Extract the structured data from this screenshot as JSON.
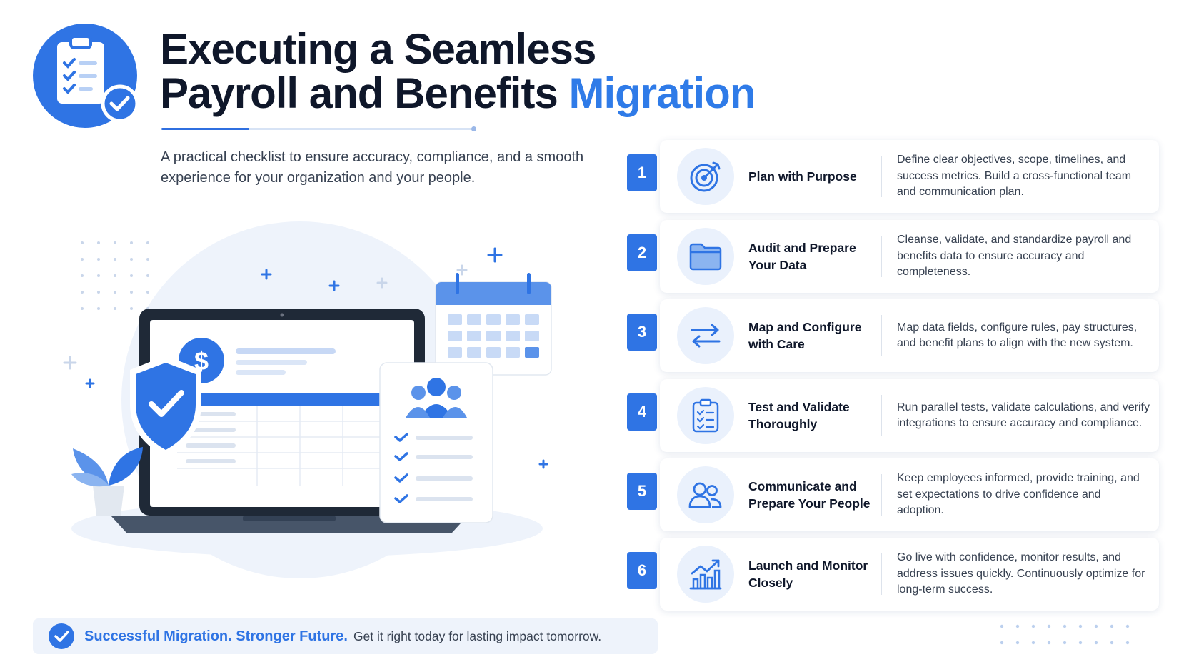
{
  "header": {
    "title_line1": "Executing a Seamless",
    "title_line2_prefix": "Payroll and Benefits",
    "title_line2_accent": "Migration",
    "subtitle": "A practical checklist to ensure accuracy, compliance, and a smooth experience for your organization and your people.",
    "icon": "clipboard-check-icon"
  },
  "colors": {
    "accent": "#2f74e4",
    "accent_light": "#eaf1fc",
    "heading": "#0f172a",
    "body_text": "#374151"
  },
  "steps": [
    {
      "number": "1",
      "title": "Plan with Purpose",
      "description": "Define clear objectives, scope, timelines, and success metrics. Build a cross-functional team and communication plan.",
      "icon": "target-icon"
    },
    {
      "number": "2",
      "title": "Audit and Prepare Your Data",
      "description": "Cleanse, validate, and standardize payroll and benefits data to ensure accuracy and completeness.",
      "icon": "folder-icon"
    },
    {
      "number": "3",
      "title": "Map and Configure with Care",
      "description": "Map data fields, configure rules, pay structures, and benefit plans to align with the new system.",
      "icon": "swap-arrows-icon"
    },
    {
      "number": "4",
      "title": "Test and Validate Thoroughly",
      "description": "Run parallel tests, validate calculations, and verify integrations to ensure accuracy and compliance.",
      "icon": "checklist-icon"
    },
    {
      "number": "5",
      "title": "Communicate and Prepare Your People",
      "description": "Keep employees informed, provide training, and set expectations to drive confidence and adoption.",
      "icon": "people-icon"
    },
    {
      "number": "6",
      "title": "Launch and Monitor Closely",
      "description": "Go live with confidence, monitor results, and address issues quickly. Continuously optimize for long-term success.",
      "icon": "growth-chart-icon"
    }
  ],
  "footer": {
    "strong": "Successful Migration. Stronger Future.",
    "text": "Get it right today for lasting impact tomorrow.",
    "icon": "check-circle-icon"
  },
  "illustration": {
    "currency_symbol": "$",
    "icons": [
      "laptop-icon",
      "dollar-icon",
      "calendar-icon",
      "shield-check-icon",
      "team-icon",
      "plant-icon"
    ]
  }
}
